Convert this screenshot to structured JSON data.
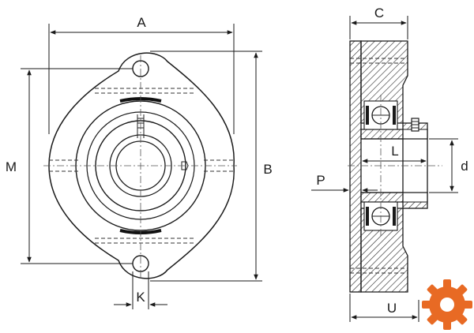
{
  "labels": {
    "A": "A",
    "B": "B",
    "M": "M",
    "K": "K",
    "C": "C",
    "L": "L",
    "d": "d",
    "P": "P",
    "U": "U"
  },
  "colors": {
    "line": "#1a1a1a",
    "hatch": "#2a2a2a",
    "logo": "#e86a24"
  },
  "icons": {
    "logo": "orange-gear-icon"
  }
}
